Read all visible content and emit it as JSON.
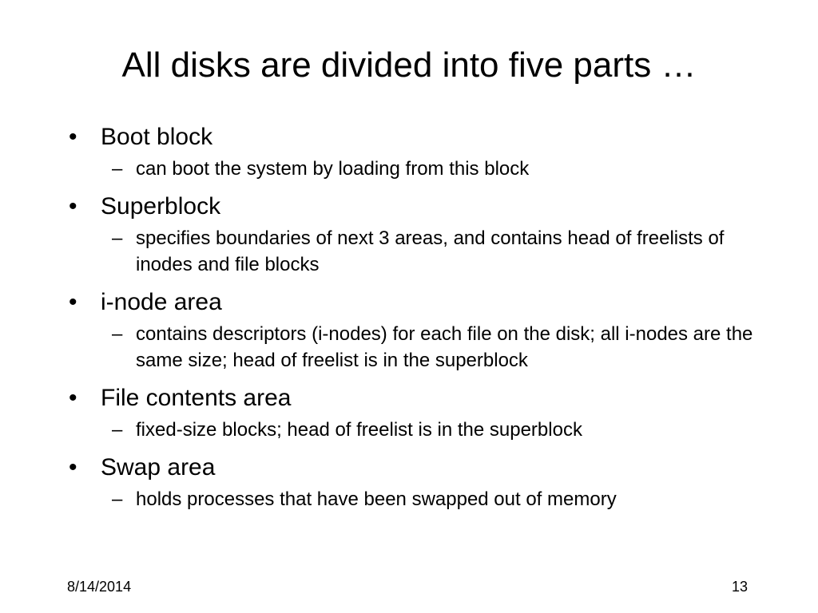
{
  "slide": {
    "title": "All disks are divided into five parts …",
    "bullets": [
      {
        "text": "Boot block",
        "sub": "can boot the system by loading from this block"
      },
      {
        "text": "Superblock",
        "sub": "specifies boundaries of next 3 areas, and contains head of freelists of inodes and file blocks"
      },
      {
        "text": "i-node area",
        "sub": "contains descriptors (i-nodes) for each file on the disk; all i-nodes are the same size; head of freelist is in the superblock"
      },
      {
        "text": "File contents area",
        "sub": "fixed-size blocks; head of freelist is in the superblock"
      },
      {
        "text": "Swap area",
        "sub": "holds processes that have been swapped out of memory"
      }
    ],
    "bullet_glyph": "•",
    "sub_glyph": "–"
  },
  "footer": {
    "date": "8/14/2014",
    "page": "13"
  }
}
